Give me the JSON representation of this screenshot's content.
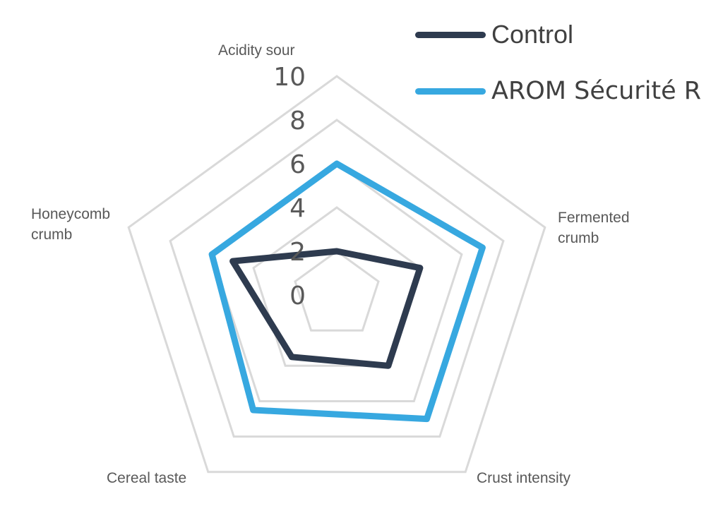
{
  "chart_data": {
    "type": "radar",
    "title": "",
    "categories": [
      "Acidity sour",
      "Fermented crumb",
      "Crust intensity",
      "Cereal taste",
      "Honeycomb crumb"
    ],
    "category_display": [
      [
        "Acidity sour"
      ],
      [
        "Fermented",
        "crumb"
      ],
      [
        "Crust intensity"
      ],
      [
        "Cereal taste"
      ],
      [
        "Honeycomb",
        "crumb"
      ]
    ],
    "series": [
      {
        "name": "Control",
        "color": "#2e3b4f",
        "values": [
          2,
          4,
          4,
          3.5,
          5
        ]
      },
      {
        "name": "AROM Sécurité R",
        "color": "#37a8e0",
        "values": [
          6,
          7,
          7,
          6.5,
          6
        ]
      }
    ],
    "radial_axis": {
      "min": 0,
      "max": 10,
      "step": 2,
      "tick_labels": [
        "0",
        "2",
        "4",
        "6",
        "8",
        "10"
      ]
    },
    "grid": true,
    "grid_color": "#d9d9d9",
    "legend_position": "top-right"
  },
  "legend": {
    "items": [
      {
        "label": "Control",
        "color": "#2e3b4f"
      },
      {
        "label": "AROM Sécurité R",
        "color": "#37a8e0"
      }
    ]
  },
  "axis_labels": {
    "acidity": "Acidity sour",
    "fermented_1": "Fermented",
    "fermented_2": "crumb",
    "crust": "Crust intensity",
    "cereal": "Cereal taste",
    "honeycomb_1": "Honeycomb",
    "honeycomb_2": "crumb"
  },
  "ticks": {
    "t0": "0",
    "t2": "2",
    "t4": "4",
    "t6": "6",
    "t8": "8",
    "t10": "10"
  }
}
